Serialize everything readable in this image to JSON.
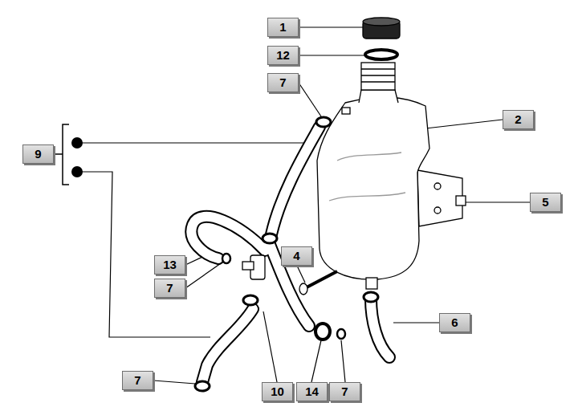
{
  "diagram": {
    "labels": [
      "1",
      "12",
      "7",
      "2",
      "9",
      "5",
      "13",
      "7",
      "4",
      "6",
      "7",
      "10",
      "14",
      "7"
    ]
  }
}
